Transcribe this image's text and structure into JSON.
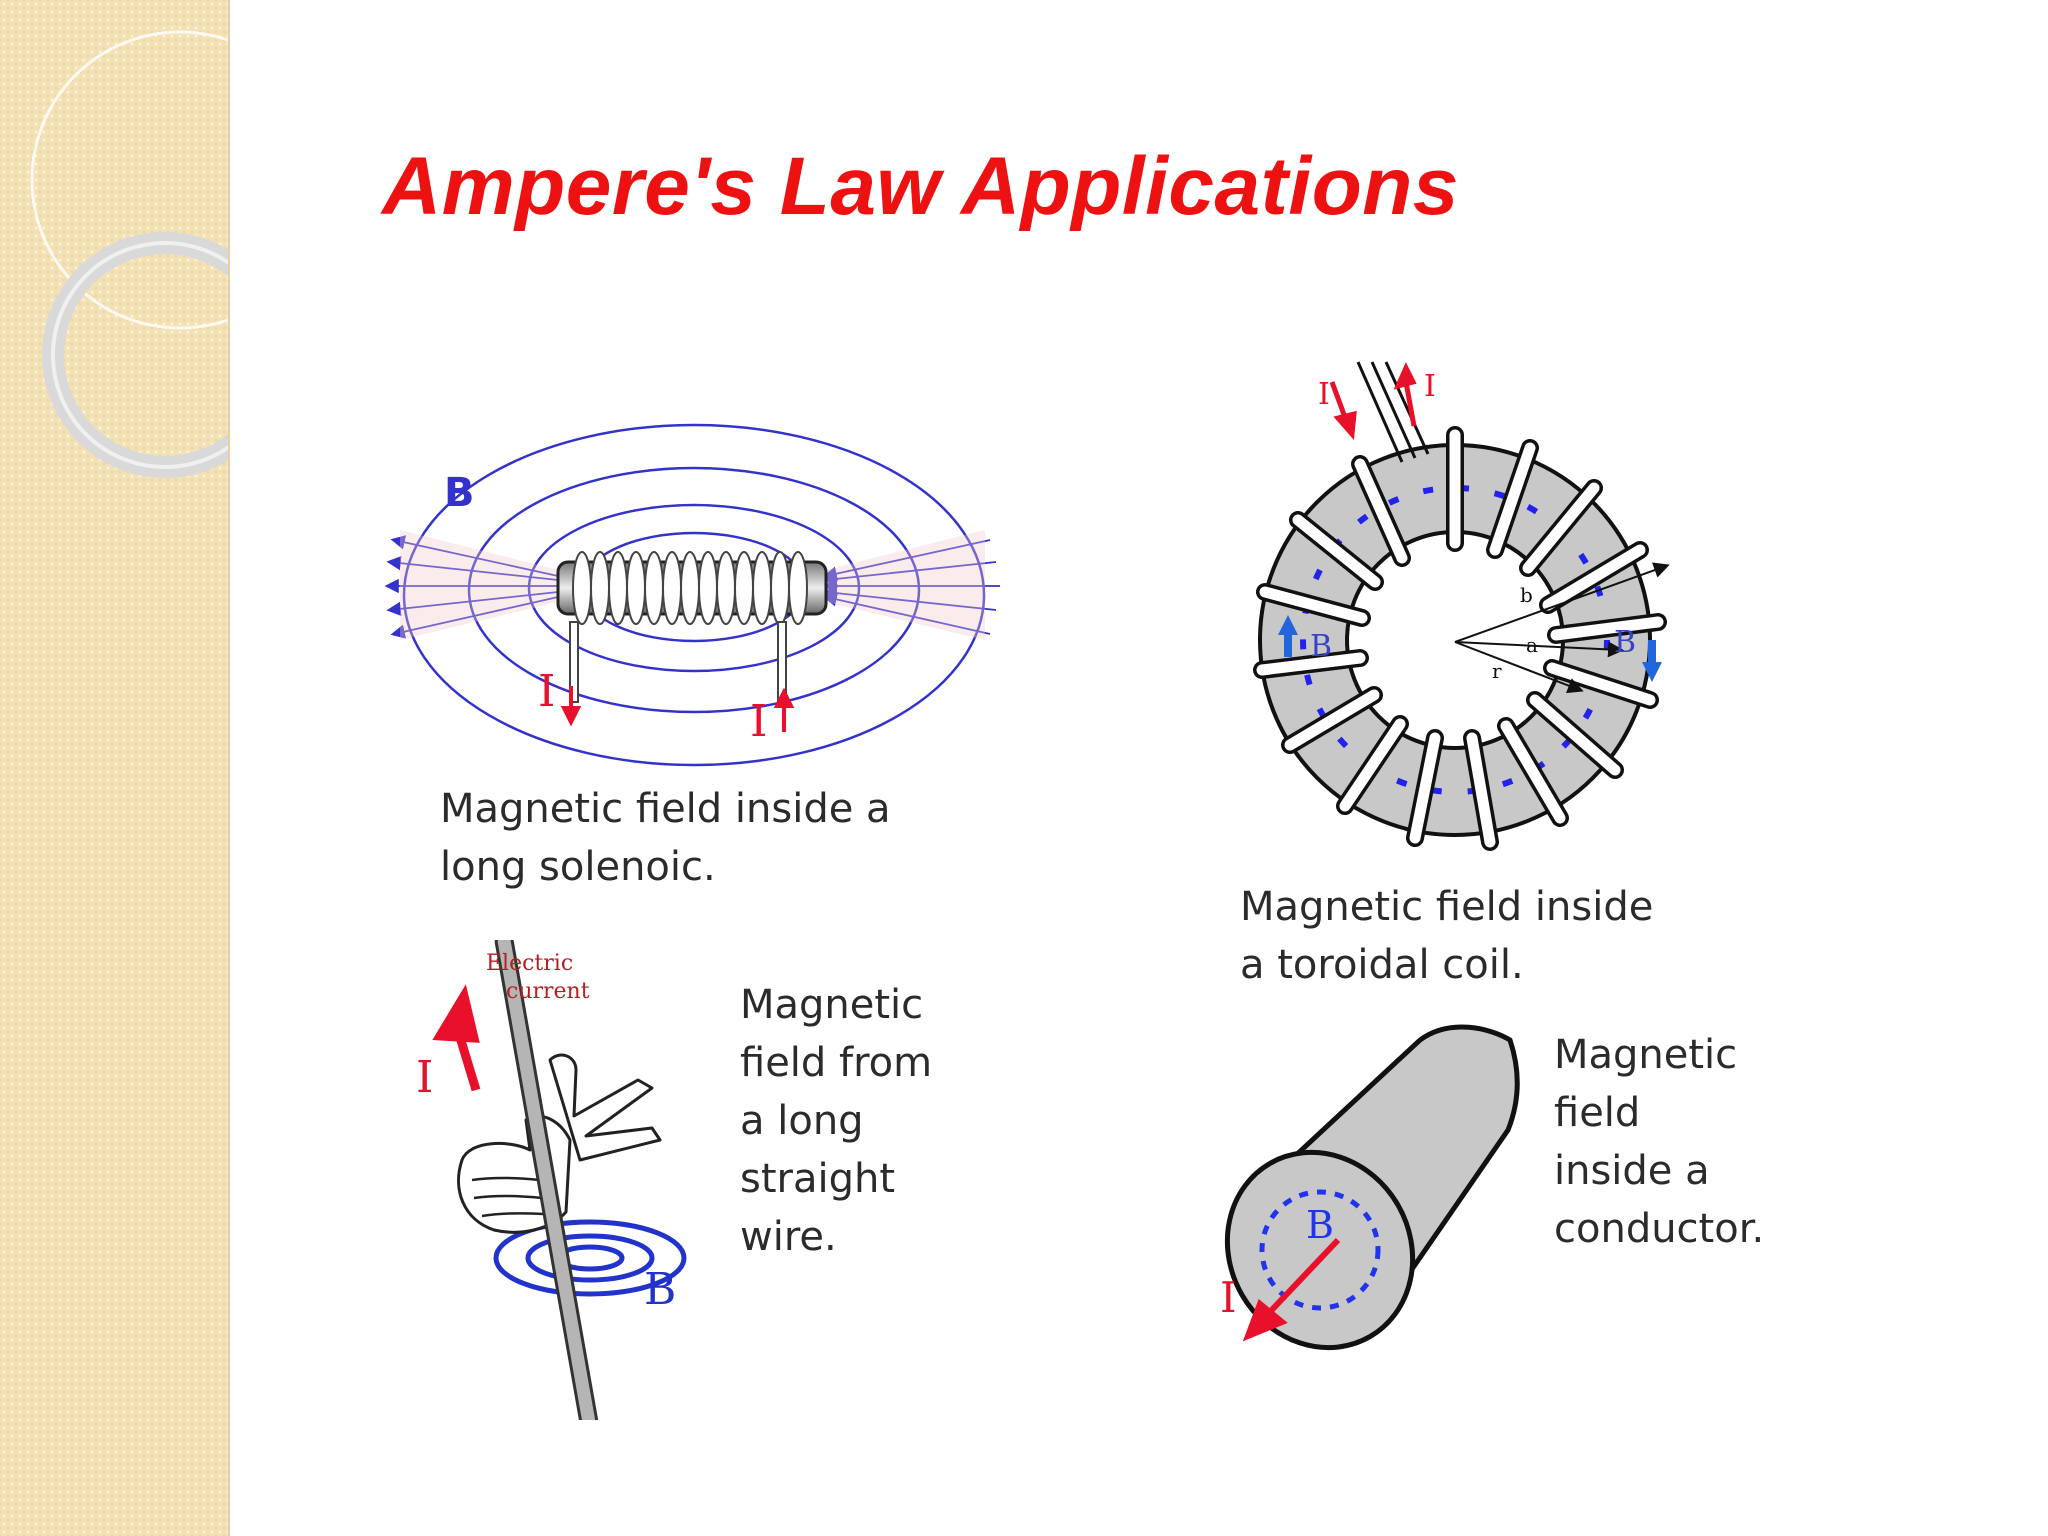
{
  "slide": {
    "title": "Ampere's Law Applications"
  },
  "solenoid": {
    "caption": "Magnetic field inside a\nlong solenoic.",
    "field_label": "B",
    "current_label_left": "I",
    "current_label_right": "I"
  },
  "toroid": {
    "caption": "Magnetic field inside\na toroidal coil.",
    "current_label_in": "I",
    "current_label_out": "I",
    "field_label_left": "B",
    "field_label_right": "B",
    "radius_label_b": "b",
    "radius_label_a": "a",
    "radius_label_r": "r"
  },
  "straight_wire": {
    "caption": "Magnetic\nfield from\na long\nstraight\nwire.",
    "current_text": "Electric\ncurrent",
    "current_label": "I",
    "field_label": "B"
  },
  "conductor": {
    "caption": "Magnetic\nfield\ninside a\nconductor.",
    "field_label": "B",
    "current_label": "I"
  },
  "colors": {
    "title": "#ee1111",
    "field_lines": "#3333cc",
    "current_arrows": "#e8102a",
    "core_gray": "#c8c8c8",
    "sidebar": "#f3e1b4"
  }
}
